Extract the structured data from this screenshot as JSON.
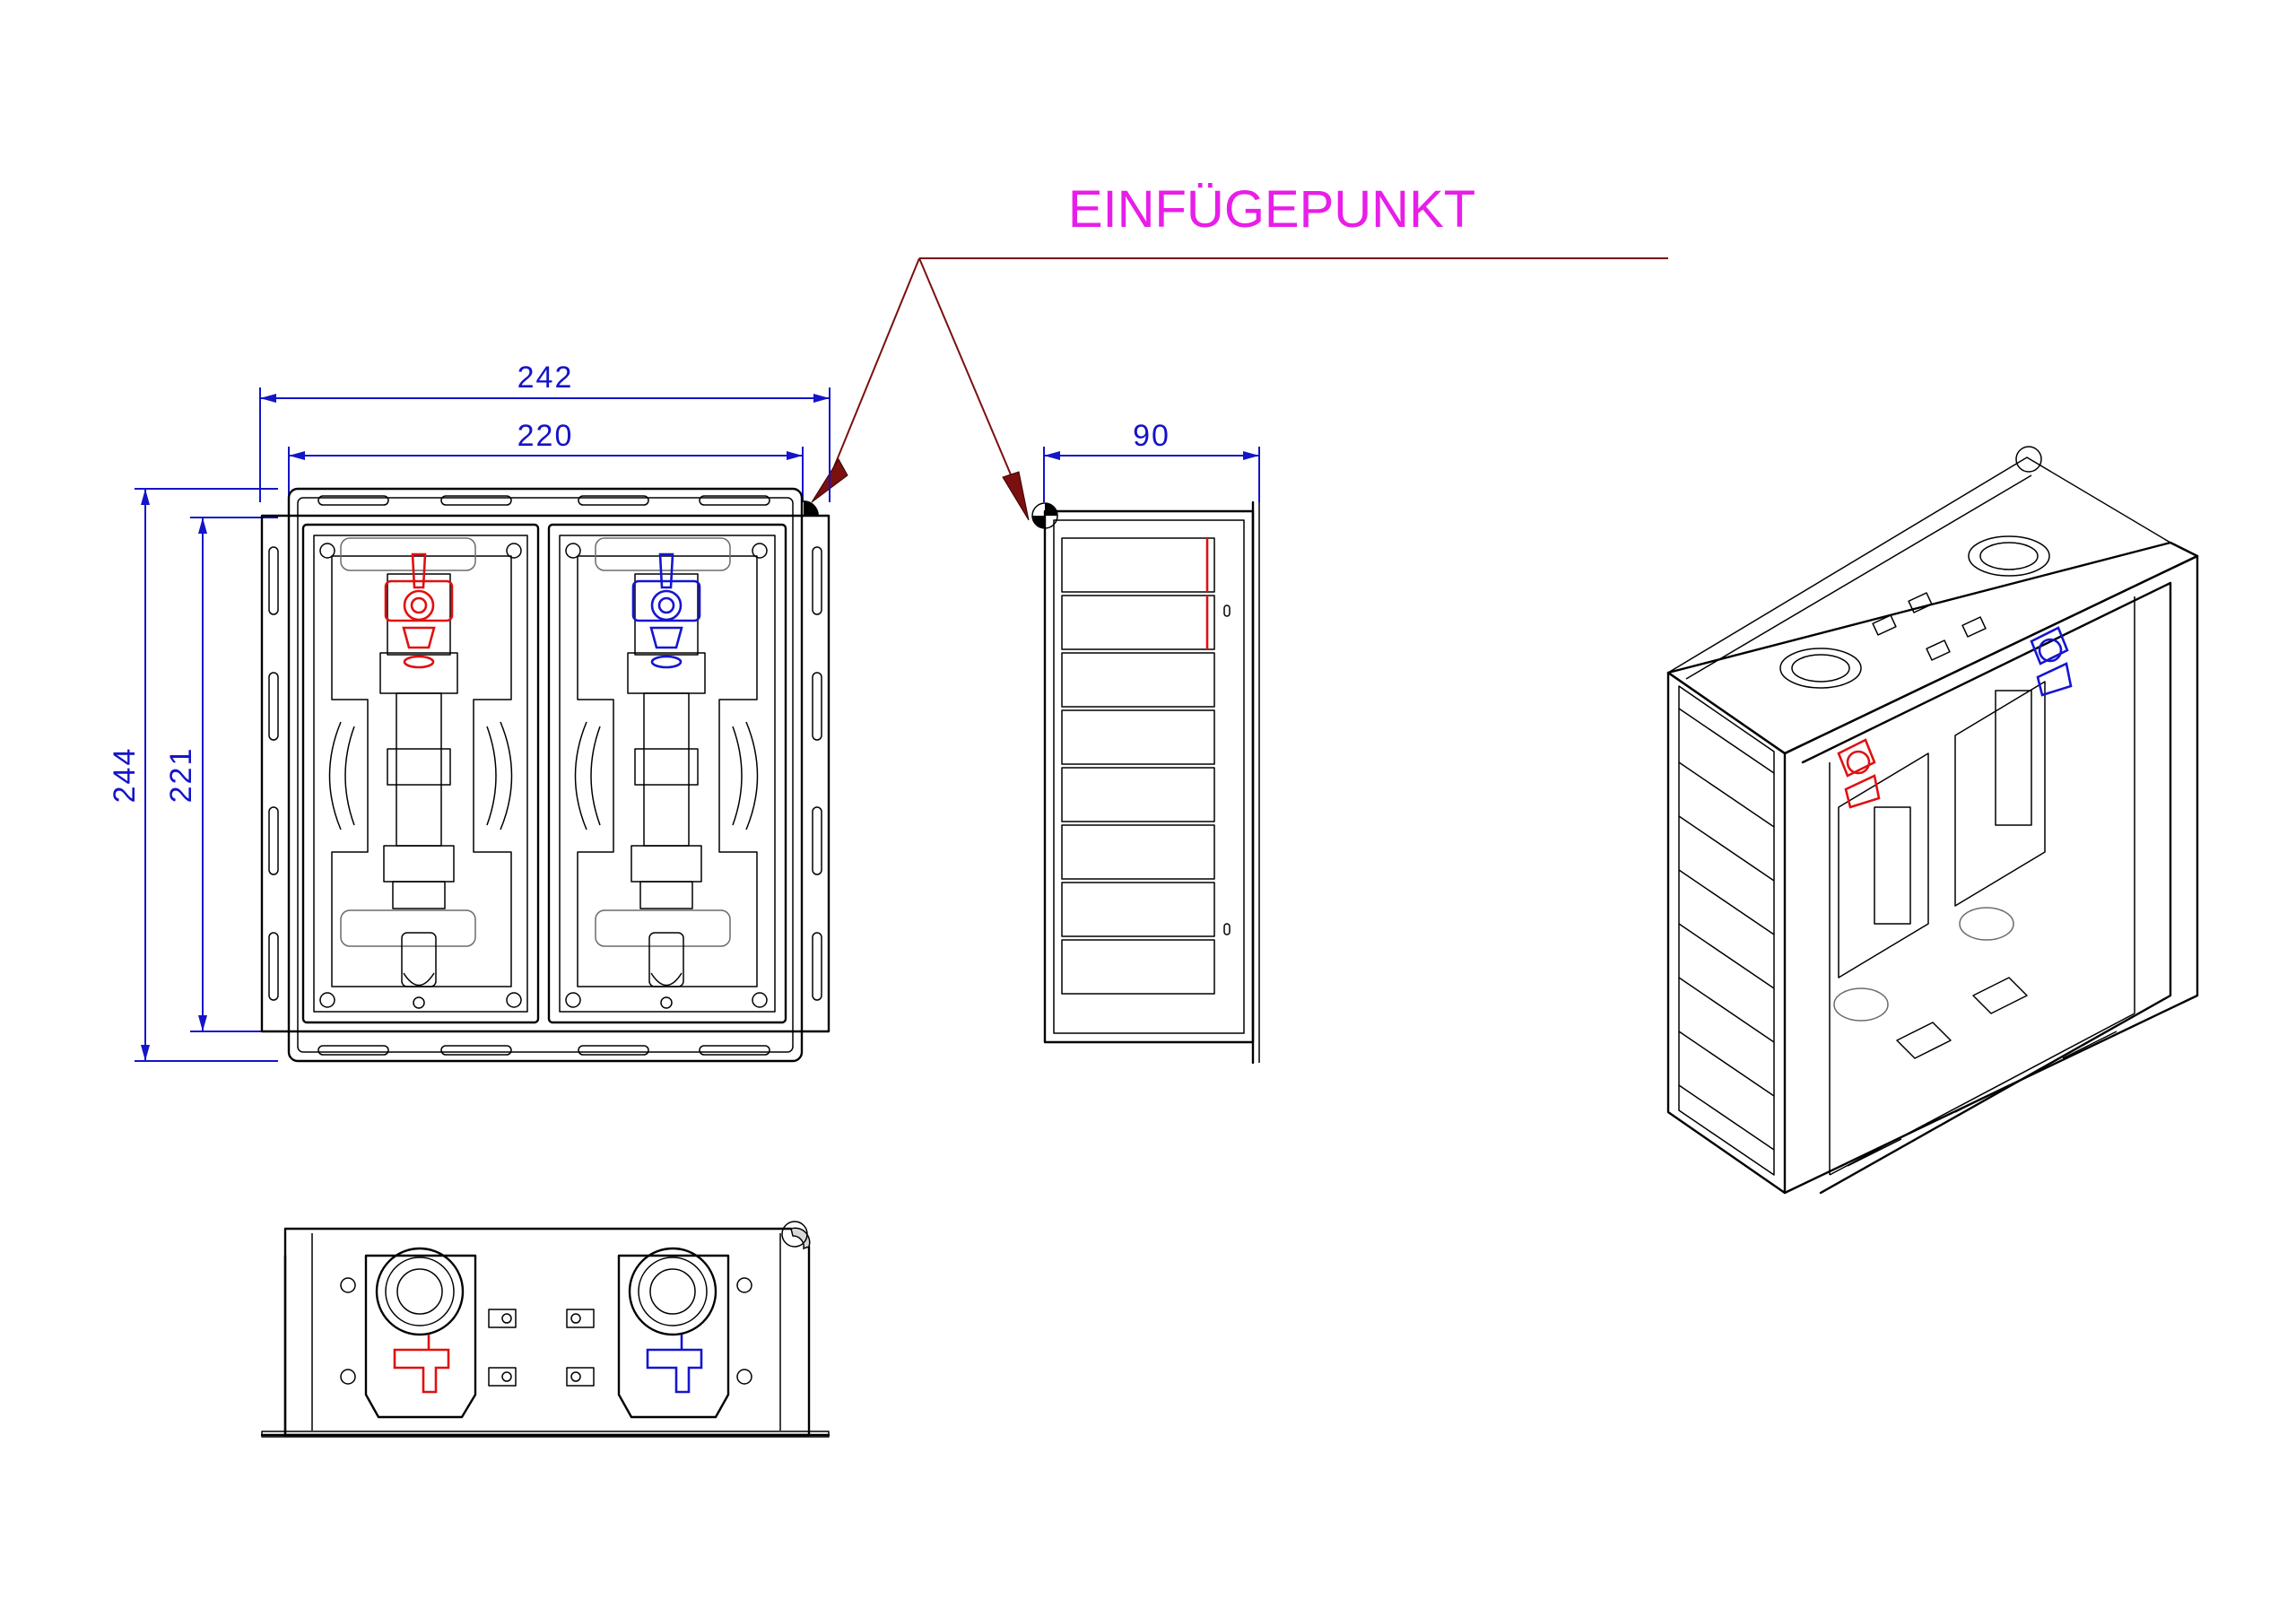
{
  "annotation": {
    "insertion_point_label": "EINFÜGEPUNKT"
  },
  "dimensions": {
    "front_outer_width": "242",
    "front_inner_width": "220",
    "front_outer_height": "244",
    "front_inner_height": "221",
    "side_depth": "90"
  },
  "colors": {
    "dimension": "#1414c8",
    "annotation": "#e81ee8",
    "leader": "#7a1010",
    "hot_valve": "#e01010",
    "cold_valve": "#1515d0"
  },
  "icons": {
    "insertion_marker": "quarter-circle-marker-icon"
  }
}
